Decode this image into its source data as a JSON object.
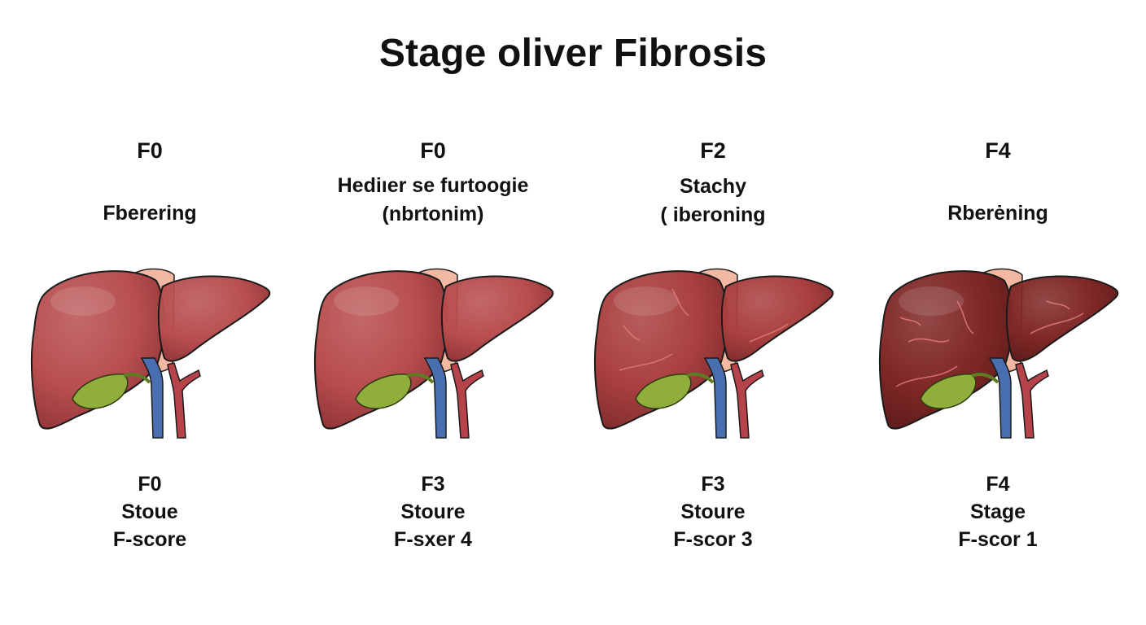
{
  "title": "Stage oliver Fibrosis",
  "colors": {
    "background": "#ffffff",
    "text": "#111111",
    "gallbladder": "#8fae3a",
    "portal_vein": "#4a6fb0",
    "hepatic_artery": "#b7434a",
    "ligament": "#f2b8a2"
  },
  "stages": [
    {
      "code": "F0",
      "desc_line1": "Fberering",
      "desc_line2": "",
      "bottom_code": "F0",
      "bottom_label": "Stoue",
      "bottom_score": "F-score",
      "liver_color": "#b84f50",
      "liver_dark": "#8f3336",
      "scarring": "none"
    },
    {
      "code": "F0",
      "desc_line1": "Hediıer se furtoogie",
      "desc_line2": "(nbrtonim)",
      "bottom_code": "F3",
      "bottom_label": "Stoure",
      "bottom_score": "F-sxer 4",
      "liver_color": "#b84d4e",
      "liver_dark": "#8c3134",
      "scarring": "none"
    },
    {
      "code": "F2",
      "desc_line1": "Stachy",
      "desc_line2": "( iberoning",
      "bottom_code": "F3",
      "bottom_label": "Stoure",
      "bottom_score": "F-scor 3",
      "liver_color": "#a9403f",
      "liver_dark": "#7c2a2c",
      "scarring": "moderate"
    },
    {
      "code": "F4",
      "desc_line1": "Rberėning",
      "desc_line2": "",
      "bottom_code": "F4",
      "bottom_label": "Stage",
      "bottom_score": "F-scor 1",
      "liver_color": "#7f2826",
      "liver_dark": "#5a1a1a",
      "scarring": "severe"
    }
  ]
}
